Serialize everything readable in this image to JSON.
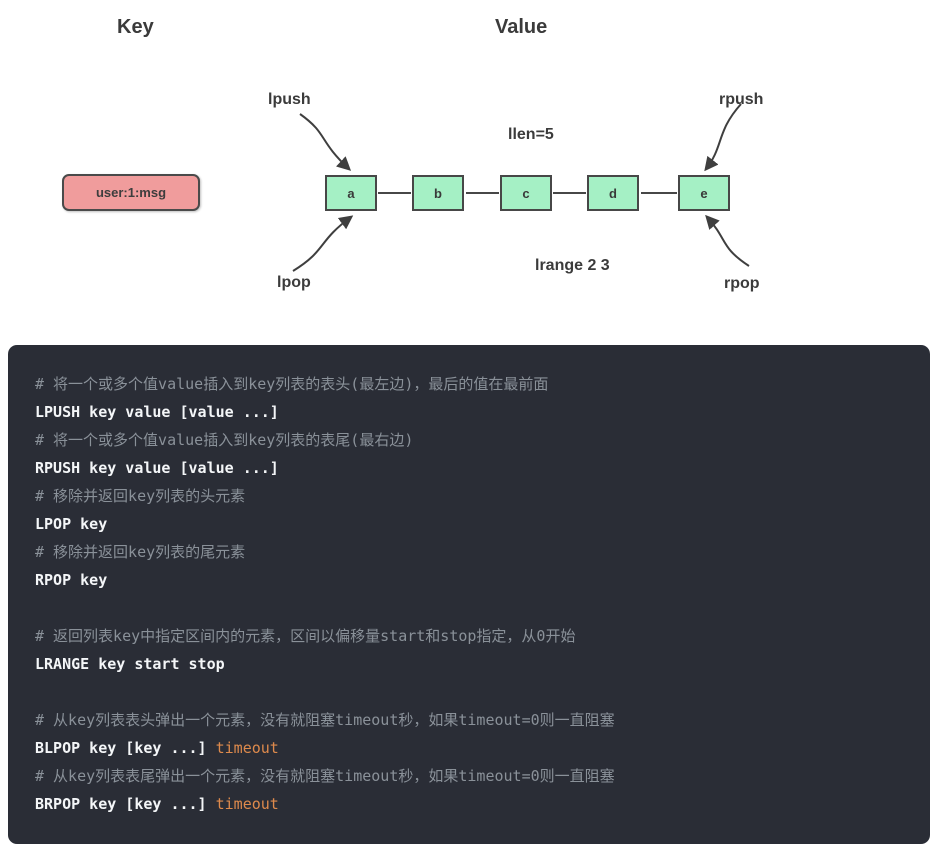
{
  "diagram": {
    "key_title": "Key",
    "value_title": "Value",
    "key_box_label": "user:1:msg",
    "nodes": [
      "a",
      "b",
      "c",
      "d",
      "e"
    ],
    "llen_label": "llen=5",
    "lrange_label": "lrange 2 3",
    "lpush_label": "lpush",
    "rpush_label": "rpush",
    "lpop_label": "lpop",
    "rpop_label": "rpop",
    "colors": {
      "key_box_fill": "#f09c9c",
      "node_fill": "#a5f0c5",
      "stroke": "#474747",
      "label_text": "#3b3b3b"
    }
  },
  "code_block": {
    "colors": {
      "background": "#2a2d36",
      "comment": "#8a9199",
      "command": "#f4f6f8",
      "argument": "#de8a4c"
    },
    "lines": [
      {
        "type": "comment",
        "text": "# 将一个或多个值value插入到key列表的表头(最左边)，最后的值在最前面"
      },
      {
        "type": "command",
        "text": "LPUSH key value [value ...]"
      },
      {
        "type": "comment",
        "text": "# 将一个或多个值value插入到key列表的表尾(最右边)"
      },
      {
        "type": "command",
        "text": "RPUSH key value [value ...]"
      },
      {
        "type": "comment",
        "text": "# 移除并返回key列表的头元素"
      },
      {
        "type": "command",
        "text": "LPOP key"
      },
      {
        "type": "comment",
        "text": "# 移除并返回key列表的尾元素"
      },
      {
        "type": "command",
        "text": "RPOP key"
      },
      {
        "type": "blank",
        "text": ""
      },
      {
        "type": "comment",
        "text": "# 返回列表key中指定区间内的元素，区间以偏移量start和stop指定，从0开始"
      },
      {
        "type": "command",
        "text": "LRANGE key start stop"
      },
      {
        "type": "blank",
        "text": ""
      },
      {
        "type": "comment",
        "text": "# 从key列表表头弹出一个元素，没有就阻塞timeout秒，如果timeout=0则一直阻塞"
      },
      {
        "type": "command",
        "text": "BLPOP key [key ...] ",
        "suffix": "timeout"
      },
      {
        "type": "comment",
        "text": "# 从key列表表尾弹出一个元素，没有就阻塞timeout秒，如果timeout=0则一直阻塞"
      },
      {
        "type": "command",
        "text": "BRPOP key [key ...] ",
        "suffix": "timeout"
      }
    ]
  }
}
